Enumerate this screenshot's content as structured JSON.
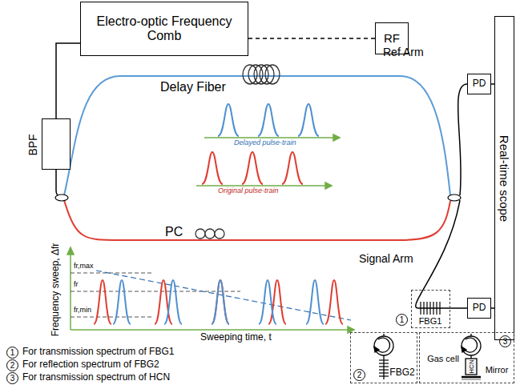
{
  "diagram": {
    "nodes": [
      {
        "text": [
          "Electro-optic Frequency Comb"
        ]
      },
      {
        "text": [
          "RF"
        ]
      },
      {
        "text": [
          "BPF"
        ]
      },
      {
        "text": [
          "PD"
        ]
      },
      {
        "text": [
          "PD"
        ]
      },
      {
        "text": [
          "Real-time scope"
        ]
      },
      {
        "text": [
          "FBG1"
        ]
      },
      {
        "text": [
          "FBG2"
        ]
      },
      {
        "text": [
          "Gas cell",
          "HCN",
          "Mirror"
        ]
      }
    ],
    "edges": [
      {
        "from": 0,
        "to": 1,
        "arrow": "none"
      },
      {
        "from": 0,
        "to": 2,
        "arrow": "none"
      },
      {
        "from": 3,
        "to": 5,
        "arrow": "none"
      },
      {
        "from": 4,
        "to": 5,
        "arrow": "none"
      }
    ],
    "labels": [
      "Delay Fiber",
      "Delayed pulse-train",
      "Original pulse-train",
      "PC",
      "Ref Arm",
      "Signal Arm",
      "Frequency sweep, Δfr",
      "fr,max",
      "fr",
      "fr,min",
      "Sweeping time, t",
      "1",
      "1",
      "For transmission spectrum of FBG1",
      "2",
      "For reflection spectrum of FBG2",
      "3",
      "For transmission spectrum of HCN",
      "2",
      "3"
    ]
  }
}
